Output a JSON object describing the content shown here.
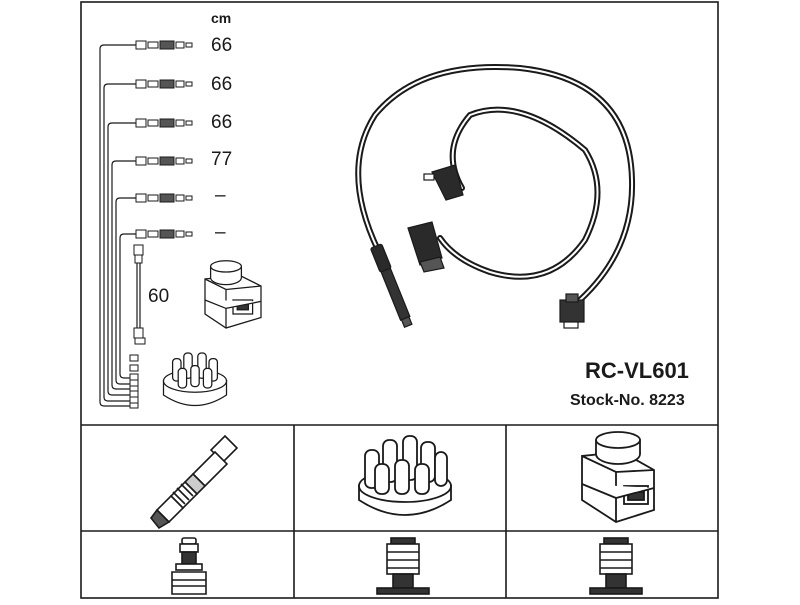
{
  "header": {
    "model_code": "RC-VL601",
    "stock_label": "Stock-No.",
    "stock_number": "8223"
  },
  "length_table": {
    "unit": "cm",
    "cables": [
      {
        "length": "66"
      },
      {
        "length": "66"
      },
      {
        "length": "66"
      },
      {
        "length": "77"
      },
      {
        "length": "–"
      },
      {
        "length": "–"
      }
    ],
    "coil_lead_length": "60"
  },
  "components": {
    "top_row": [
      "spark-plug-icon",
      "distributor-cap-icon",
      "ignition-coil-icon"
    ],
    "bottom_row": [
      "spark-plug-terminal-icon",
      "distributor-terminal-icon",
      "coil-terminal-icon"
    ]
  },
  "colors": {
    "line": "#1a1a1a",
    "background": "#ffffff"
  }
}
